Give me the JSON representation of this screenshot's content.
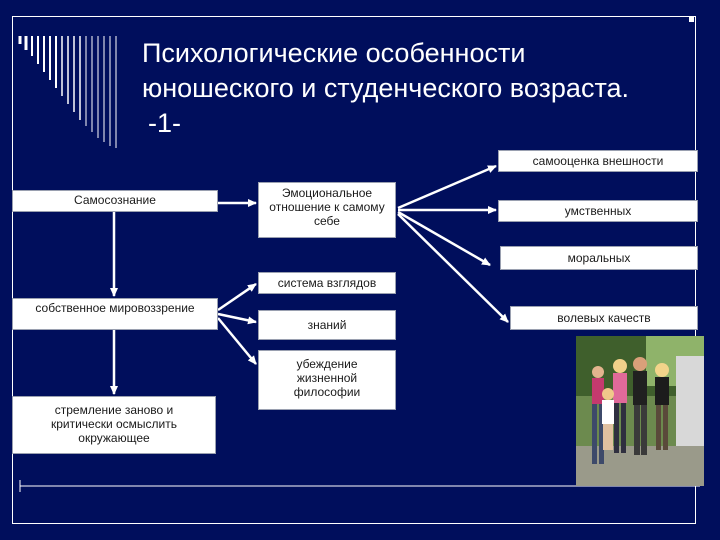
{
  "title": {
    "line1": "Психологические особенности",
    "line2": "юношеского и студенческого возраста.",
    "line3": "-1-"
  },
  "boxes": {
    "self_awareness": "Самосознание",
    "emotional_attitude": "Эмоциональное отношение к самому себе",
    "appearance_esteem": "самооценка внешности",
    "mental": "умственных",
    "moral": "моральных",
    "views_system": "система взглядов",
    "worldview": "собственное мировоззрение",
    "knowledge": "знаний",
    "life_philosophy": "убеждение жизненной философии",
    "volitional": "волевых качеств",
    "rethink": "стремление заново и критически осмыслить окружающее"
  },
  "colors": {
    "background": "#000E5C",
    "box_fill": "#FFFFFF",
    "arrow": "#FFFFFF",
    "deco_lines": "#FFFFFF"
  },
  "icons": {
    "photo": "group-photo-young-women"
  }
}
